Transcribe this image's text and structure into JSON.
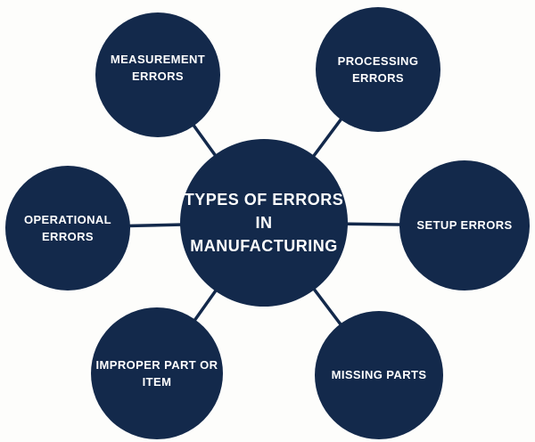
{
  "diagram": {
    "title": "Types of Errors in Manufacturing",
    "colors": {
      "background": "#FDFDFB",
      "node_fill": "#13294B",
      "connector": "#13294B",
      "label_text": "#FFFFFF"
    },
    "center": {
      "id": "types-of-errors-in-manufacturing",
      "label": "TYPES OF ERRORS\nIN\nMANUFACTURING"
    },
    "nodes": [
      {
        "id": "measurement-errors",
        "label": "MEASUREMENT\nERRORS"
      },
      {
        "id": "processing-errors",
        "label": "PROCESSING\nERRORS"
      },
      {
        "id": "operational-errors",
        "label": "OPERATIONAL\nERRORS"
      },
      {
        "id": "setup-errors",
        "label": "SETUP ERRORS"
      },
      {
        "id": "improper-part-or-item",
        "label": "IMPROPER PART OR\nITEM"
      },
      {
        "id": "missing-parts",
        "label": "MISSING PARTS"
      }
    ]
  }
}
